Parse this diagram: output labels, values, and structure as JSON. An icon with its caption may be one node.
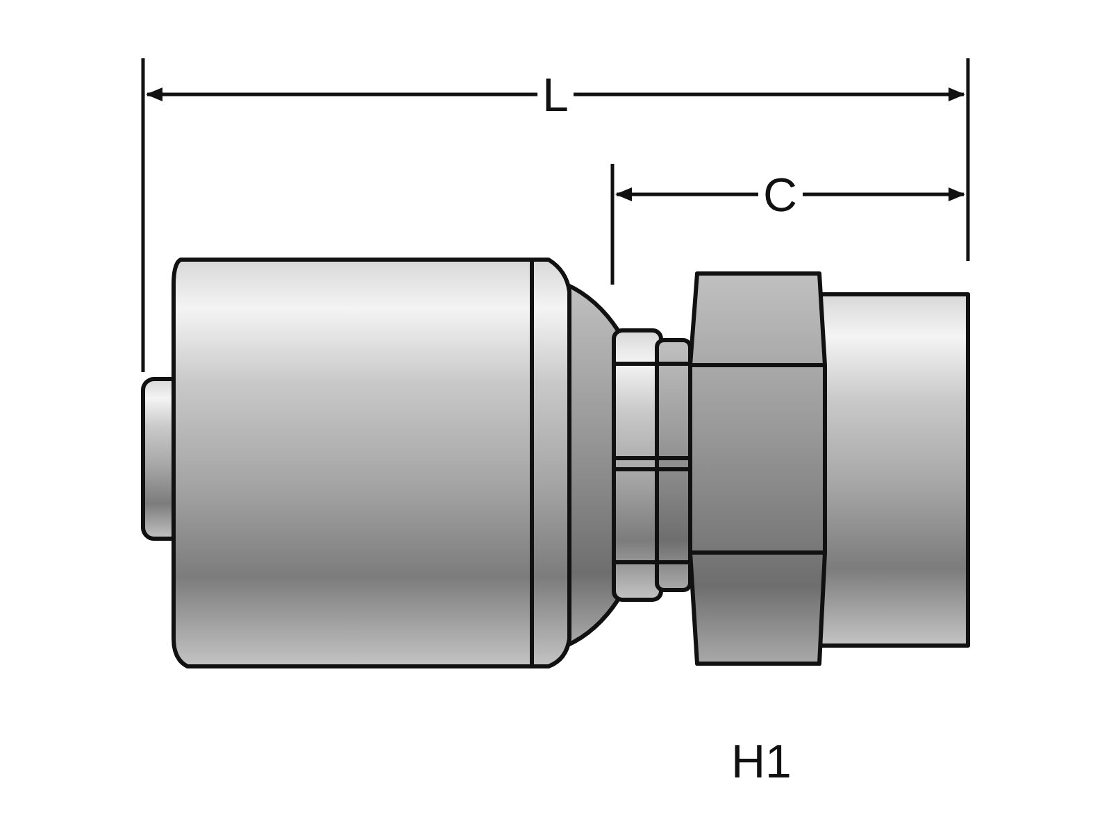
{
  "diagram": {
    "labels": [
      "L",
      "C",
      "H1"
    ]
  }
}
